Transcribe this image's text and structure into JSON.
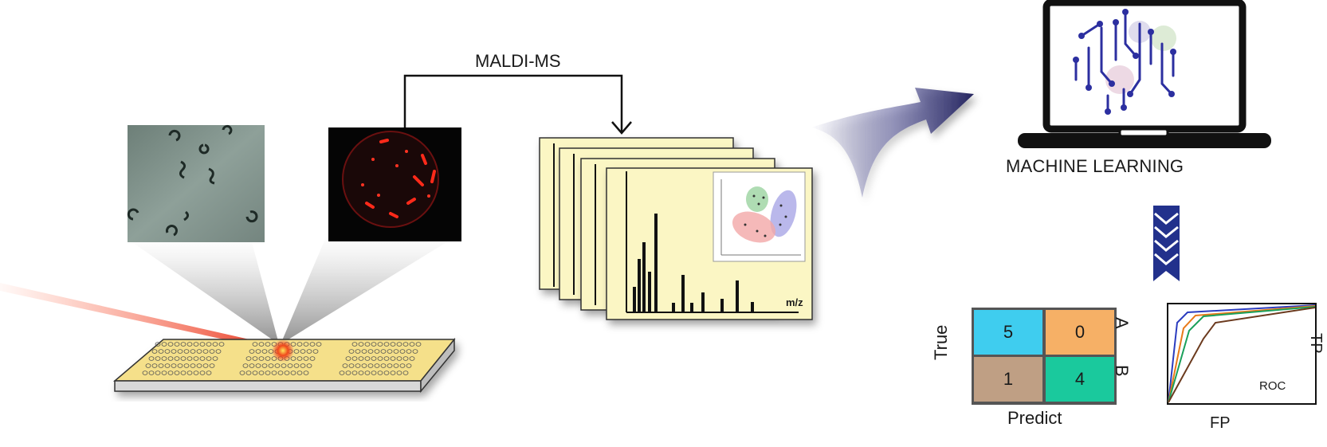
{
  "labels": {
    "maldi": "MALDI-MS",
    "machine_learning": "MACHINE LEARNING",
    "mz": "m/z",
    "true_axis": "True",
    "predict_axis": "Predict",
    "class_a": "A",
    "class_b": "B",
    "tp": "TP",
    "fp": "FP",
    "roc": "ROC"
  },
  "confusion_matrix": {
    "cells": [
      "5",
      "0",
      "1",
      "4"
    ],
    "colors": {
      "tl": "#3fcdef",
      "tr": "#f6b066",
      "bl": "#bf9f84",
      "br": "#1ac99d"
    }
  },
  "colors": {
    "spectrum_card": "#fbf6c4",
    "target_plate": "#f5e08a",
    "laser": "#e8321b",
    "arrow": "#2d2d6e",
    "chevrons": "#22318c"
  },
  "icons": [
    "microscope-image",
    "fluorescence-image",
    "target-plate",
    "laser-beam",
    "laptop-icon",
    "brain-circuit-icon",
    "chevron-down-icon",
    "curved-arrow-icon"
  ]
}
